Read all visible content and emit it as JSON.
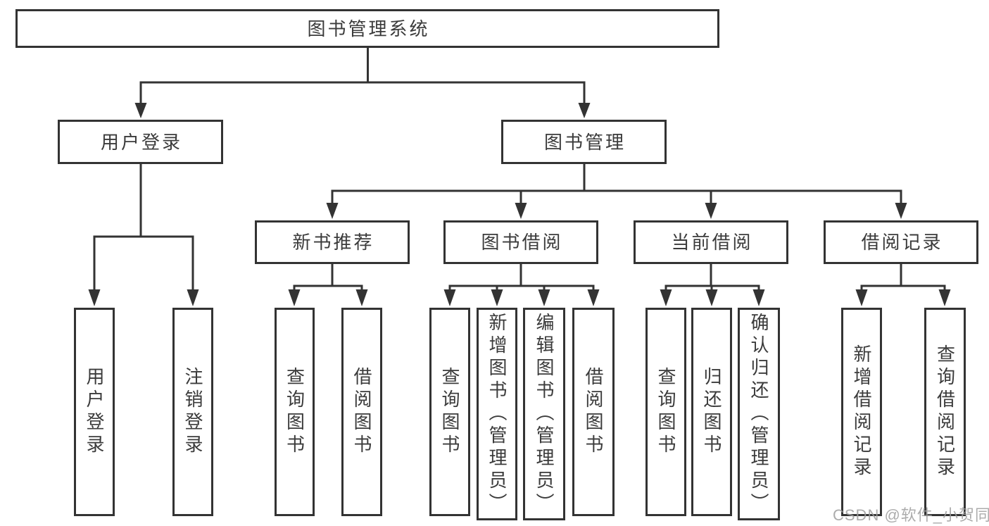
{
  "tree": {
    "root": {
      "label": "图书管理系统",
      "children": [
        {
          "label": "用户登录",
          "children": [
            {
              "label": "用户登录"
            },
            {
              "label": "注销登录"
            }
          ]
        },
        {
          "label": "图书管理",
          "children": [
            {
              "label": "新书推荐",
              "children": [
                {
                  "label": "查询图书"
                },
                {
                  "label": "借阅图书"
                }
              ]
            },
            {
              "label": "图书借阅",
              "children": [
                {
                  "label": "查询图书"
                },
                {
                  "label": "新增图书（管理员）"
                },
                {
                  "label": "编辑图书（管理员）"
                },
                {
                  "label": "借阅图书"
                }
              ]
            },
            {
              "label": "当前借阅",
              "children": [
                {
                  "label": "查询图书"
                },
                {
                  "label": "归还图书"
                },
                {
                  "label": "确认归还（管理员）"
                }
              ]
            },
            {
              "label": "借阅记录",
              "children": [
                {
                  "label": "新增借阅记录"
                },
                {
                  "label": "查询借阅记录"
                }
              ]
            }
          ]
        }
      ]
    }
  },
  "watermark": {
    "text": "CSDN @软件_小贺同学"
  },
  "colors": {
    "line": "#333333",
    "box_border": "#333333",
    "text": "#3b3b3b",
    "watermark": "#9e9e9e",
    "background": "#ffffff"
  }
}
